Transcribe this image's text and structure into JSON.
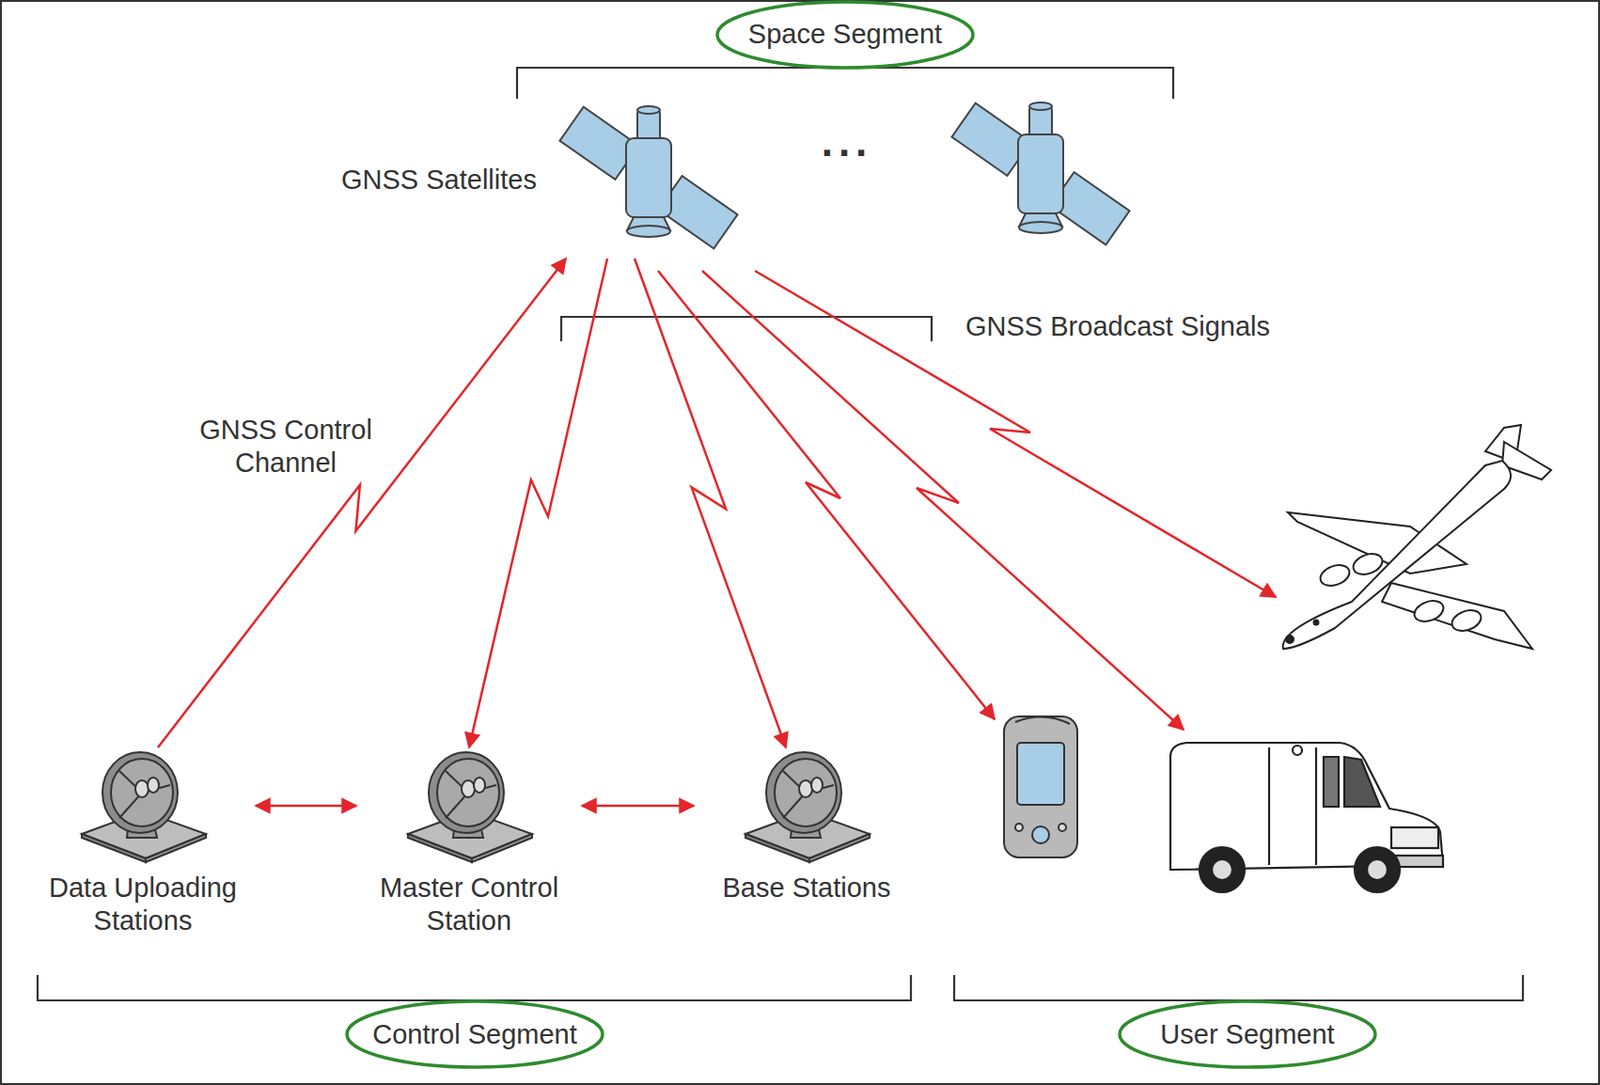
{
  "diagram": {
    "nodes": [
      {
        "text": [
          "GNSS Satellites"
        ]
      },
      {
        "text": [
          "Data Uploading Stations"
        ]
      },
      {
        "text": [
          "Master Control Station"
        ]
      },
      {
        "text": [
          "Base Stations"
        ]
      }
    ],
    "edges": [
      {
        "from": 1,
        "to": 0,
        "label": "GNSS Control Channel",
        "arrow": "to"
      },
      {
        "from": 0,
        "to": 2,
        "arrow": "to"
      },
      {
        "from": 0,
        "to": 3,
        "arrow": "to"
      },
      {
        "from": 1,
        "to": 2,
        "arrow": "both"
      },
      {
        "from": 2,
        "to": 3,
        "arrow": "both"
      }
    ],
    "labels": [
      "Space Segment",
      "...",
      "GNSS Broadcast Signals",
      "Control Segment",
      "User Segment"
    ]
  }
}
